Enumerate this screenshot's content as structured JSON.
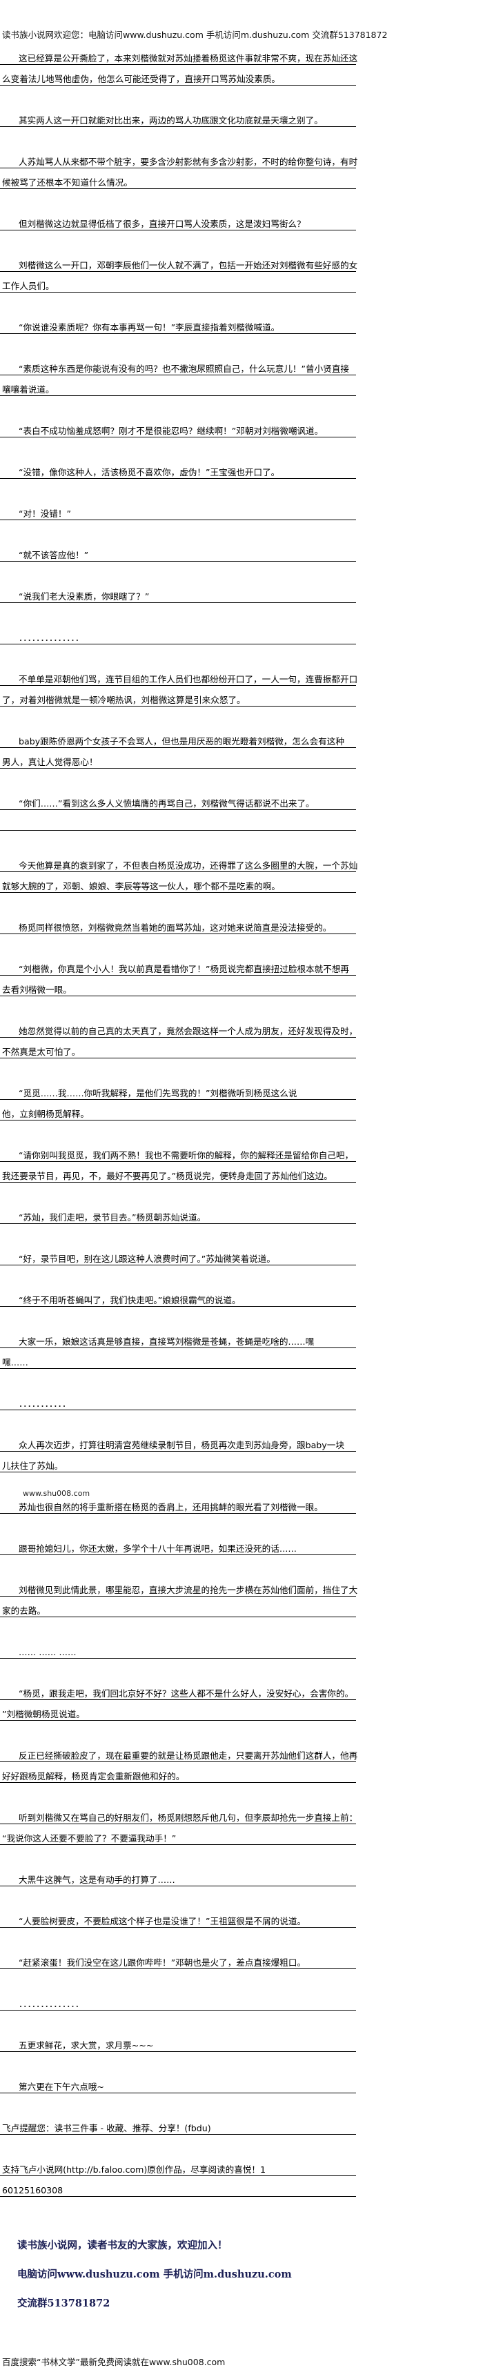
{
  "header": "读书族小说网欢迎您：电脑访问www.dushuzu.com 手机访问m.dushuzu.com 交流群513781872",
  "paragraphs": [
    {
      "indent": true,
      "lines": [
        "这已经算是公开撕脸了，本来刘楷微就对苏灿搂着杨觅这件事就非常不爽，现在苏灿还这",
        "么变着法儿地骂他虚伪，他怎么可能还受得了，直接开口骂苏灿没素质。"
      ]
    },
    {
      "indent": true,
      "lines": [
        "其实两人这一开口就能对比出来，两边的骂人功底跟文化功底就是天壤之别了。"
      ]
    },
    {
      "indent": true,
      "lines": [
        "人苏灿骂人从来都不带个脏字，要多含沙射影就有多含沙射影，不时的给你整句诗，有时",
        "候被骂了还根本不知道什么情况。"
      ]
    },
    {
      "indent": true,
      "lines": [
        "但刘楷微这边就显得低档了很多，直接开口骂人没素质，这是泼妇骂街么？"
      ]
    },
    {
      "indent": true,
      "lines": [
        "刘楷微这么一开口，邓朝李辰他们一伙人就不满了，包括一开始还对刘楷微有些好感的女",
        "工作人员们。"
      ]
    },
    {
      "indent": true,
      "lines": [
        "“你说谁没素质呢？你有本事再骂一句！”李辰直接指着刘楷微喊道。"
      ]
    },
    {
      "indent": true,
      "lines": [
        "“素质这种东西是你能说有没有的吗？也不撒泡尿照照自己，什么玩意儿！”曾小贤直接",
        "嚷嚷着说道。"
      ]
    },
    {
      "indent": true,
      "lines": [
        "“表白不成功恼羞成怒啊？刚才不是很能忍吗？继续啊！”邓朝对刘楷微嘲讽道。"
      ]
    },
    {
      "indent": true,
      "lines": [
        "“没错，像你这种人，活该杨觅不喜欢你，虚伪！”王宝强也开口了。"
      ]
    },
    {
      "indent": true,
      "lines": [
        "“对！没错！”"
      ]
    },
    {
      "indent": true,
      "lines": [
        "“就不该答应他！”"
      ]
    },
    {
      "indent": true,
      "lines": [
        "“说我们老大没素质，你眼瞎了？”"
      ]
    },
    {
      "indent": true,
      "lines": [
        "．．．．．．．．．．．．．．"
      ]
    },
    {
      "indent": true,
      "lines": [
        "不单单是邓朝他们骂，连节目组的工作人员们也都纷纷开口了，一人一句，连曹振都开口",
        "了，对着刘楷微就是一顿冷嘲热讽，刘楷微这算是引来众怒了。"
      ]
    },
    {
      "indent": true,
      "lines": [
        "baby跟陈侨恩两个女孩子不会骂人，但也是用厌恶的眼光瞪着刘楷微，怎么会有这种",
        "男人，真让人觉得恶心！"
      ]
    },
    {
      "indent": true,
      "lines": [
        "“你们……”看到这么多人义愤填膺的再骂自己，刘楷微气得话都说不出来了。",
        ""
      ]
    },
    {
      "indent": true,
      "lines": [
        "今天他算是真的衰到家了，不但表白杨觅没成功，还得罪了这么多圈里的大腕，一个苏灿",
        "就够大腕的了，邓朝、娘娘、李辰等等这一伙人，哪个都不是吃素的啊。"
      ]
    },
    {
      "indent": true,
      "lines": [
        "杨觅同样很愤怒，刘楷微竟然当着她的面骂苏灿，这对她来说简直是没法接受的。"
      ]
    },
    {
      "indent": true,
      "lines": [
        "“刘楷微，你真是个小人！我以前真是看错你了！”杨觅说完都直接扭过脸根本就不想再",
        "去看刘楷微一眼。"
      ]
    },
    {
      "indent": true,
      "lines": [
        "她忽然觉得以前的自己真的太天真了，竟然会跟这样一个人成为朋友，还好发现得及时，",
        "不然真是太可怕了。"
      ]
    },
    {
      "indent": true,
      "lines": [
        "“觅觅……我……你听我解释，是他们先骂我的！”刘楷微听到杨觅这么说",
        "他，立刻朝杨觅解释。"
      ]
    },
    {
      "indent": true,
      "lines": [
        "“请你别叫我觅觅，我们两不熟！我也不需要听你的解释，你的解释还是留给你自己吧，",
        "我还要录节目，再见，不，最好不要再见了。”杨觅说完，便转身走回了苏灿他们这边。"
      ]
    },
    {
      "indent": true,
      "lines": [
        "“苏灿，我们走吧，录节目去。”杨觅朝苏灿说道。"
      ]
    },
    {
      "indent": true,
      "lines": [
        "“好，录节目吧，别在这儿跟这种人浪费时间了。”苏灿微笑着说道。"
      ]
    },
    {
      "indent": true,
      "lines": [
        "“终于不用听苍蝇叫了，我们快走吧。”娘娘很霸气的说道。"
      ]
    },
    {
      "indent": true,
      "lines": [
        "大家一乐，娘娘这话真是够直接，直接骂刘楷微是苍蝇，苍蝇是吃啥的……嘿",
        "嘿……"
      ]
    },
    {
      "indent": true,
      "lines": [
        "．．．．．．．．．．．"
      ]
    },
    {
      "indent": true,
      "lines": [
        "众人再次迈步，打算往明清宫苑继续录制节目，杨觅再次走到苏灿身旁，跟baby一块",
        "儿扶住了苏灿。"
      ]
    },
    {
      "indent": true,
      "watermark": "www.shu008.com",
      "lines": [
        "苏灿也很自然的将手重新搭在杨觅的香肩上，还用挑衅的眼光看了刘楷微一眼。"
      ]
    },
    {
      "indent": true,
      "lines": [
        "跟哥抢媳妇儿，你还太嫩，多学个十八十年再说吧，如果还没死的话……"
      ]
    },
    {
      "indent": true,
      "lines": [
        "刘楷微见到此情此景，哪里能忍，直接大步流星的抢先一步横在苏灿他们面前，挡住了大",
        "家的去路。"
      ]
    },
    {
      "indent": true,
      "lines": [
        "…… …… ……"
      ]
    },
    {
      "indent": true,
      "lines": [
        "“杨觅，跟我走吧，我们回北京好不好？这些人都不是什么好人，没安好心，会害你的。",
        "”刘楷微朝杨觅说道。"
      ]
    },
    {
      "indent": true,
      "lines": [
        "反正已经撕破脸皮了，现在最重要的就是让杨觅跟他走，只要离开苏灿他们这群人，他再",
        "好好跟杨觅解释，杨觅肯定会重新跟他和好的。"
      ]
    },
    {
      "indent": true,
      "lines": [
        "听到刘楷微又在骂自己的好朋友们，杨觅刚想怒斥他几句，但李辰却抢先一步直接上前：",
        "“我说你这人还要不要脸了？不要逼我动手！”"
      ]
    },
    {
      "indent": true,
      "lines": [
        "大黑牛这脾气，这是有动手的打算了……"
      ]
    },
    {
      "indent": true,
      "lines": [
        "“人要脸树要皮，不要脸成这个样子也是没谁了！”王祖篮很是不屑的说道。"
      ]
    },
    {
      "indent": true,
      "lines": [
        "“赶紧滚蛋！我们没空在这儿跟你哔哔！”邓朝也是火了，差点直接爆粗口。"
      ]
    },
    {
      "indent": true,
      "lines": [
        "．．．．．．．．．．．．．．"
      ]
    },
    {
      "indent": true,
      "lines": [
        "五更求鲜花，求大赏，求月票~~~"
      ]
    },
    {
      "indent": true,
      "lines": [
        "第六更在下午六点哦~"
      ]
    },
    {
      "indent": false,
      "lines": [
        "飞卢提醒您：读书三件事 - 收藏、推荐、分享！(fbdu)"
      ]
    },
    {
      "indent": false,
      "lines": [
        "支持飞卢小说网(http://b.faloo.com)原创作品，尽享阅读的喜悦！1",
        "60125160308"
      ]
    }
  ],
  "footer": {
    "welcome": "读书族小说网，读者书友的大家族，欢迎加入！",
    "access": "电脑访问www.dushuzu.com 手机访问m.dushuzu.com",
    "group": "交流群513781872",
    "color": "#1b1f55"
  },
  "baidu_line": "百度搜索“书林文学”最新免费阅读就在www.shu008.com"
}
